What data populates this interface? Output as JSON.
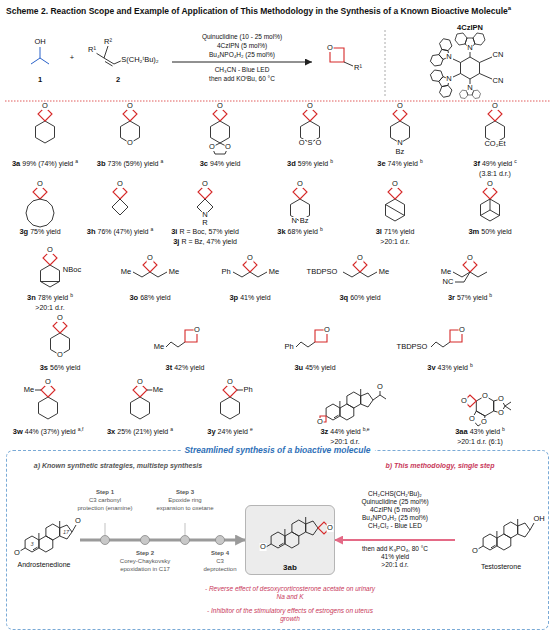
{
  "diagram": {
    "title": "Scheme 2. Reaction Scope and Example of Application of This Methodology in the Synthesis of a Known Bioactive Molecule",
    "nodes": [
      {
        "text": [
          "Streamlined synthesis of a bioactive molecule"
        ]
      },
      {
        "text": [
          "3ab"
        ],
        "in": 0
      },
      {
        "text": [
          "Androstenedione"
        ],
        "in": 0
      },
      {
        "text": [
          "Testosterone"
        ],
        "in": 0
      }
    ],
    "edges": [
      {
        "from": 2,
        "to": 1,
        "arrow": "to"
      },
      {
        "from": 3,
        "to": 1,
        "arrow": "to"
      }
    ],
    "labels": [
      "a",
      "OH",
      "1",
      "+",
      "R¹",
      "R²",
      "S(CH₂ᵗBu)₂",
      "2",
      "Quinuclidine (10 - 25 mol%)",
      "4CzIPN (5 mol%)",
      "Bu₄NPO₄H₂ (25 mol%)",
      "CH₃CN - Blue LED",
      "then add KOᵗBu, 60 °C",
      "O",
      "R¹",
      "4CzIPN",
      "CN",
      "CN",
      "N",
      "N",
      "N",
      "N",
      "O",
      "3a",
      "99% (74%) yield",
      "a",
      "O",
      "O",
      "3b",
      "73% (59%) yield",
      "a",
      "O",
      "O",
      "O",
      "3c",
      "94% yield",
      "O",
      "O",
      "S",
      "O",
      "3d",
      "59% yield",
      "b",
      "O",
      "N",
      "Bz",
      "3e",
      "74% yield",
      "b",
      "O",
      "CO₂Et",
      "3f",
      "49% yield",
      "c",
      "(3.8:1 d.r.)",
      "O",
      "3g",
      "75% yield",
      "O",
      "3h",
      "76% (47%) yield",
      "a",
      "O",
      "N",
      "R",
      "3i",
      "R = Boc, 57% yield",
      "3j",
      "R = Bz, 47% yield",
      "O",
      "N",
      "Bz",
      "3k",
      "68% yield",
      "b",
      "O",
      "3l",
      "71% yield",
      ">20:1 d.r.",
      "O",
      "3m",
      "50% yield",
      "O",
      "NBoc",
      "3n",
      "78% yield",
      "b",
      ">20:1 d.r.",
      "O",
      "Me",
      "Me",
      "3o",
      "68% yield",
      "O",
      "Ph",
      "Me",
      "3p",
      "41% yield",
      "O",
      "TBDPSO",
      "Me",
      "3q",
      "60% yield",
      "O",
      "Me",
      "NC",
      "3r",
      "57% yield",
      "b",
      "O",
      "O",
      "3s",
      "56% yield",
      "O",
      "Me",
      "3t",
      "42% yield",
      "O",
      "Ph",
      "3u",
      "45% yield",
      "O",
      "TBDPSO",
      "3v",
      "43% yield",
      "b",
      "O",
      "Me",
      "3w",
      "44% (37%) yield",
      "a,f",
      "O",
      "Me",
      "3x",
      "25% (21%) yield",
      "a",
      "O",
      "Ph",
      "3y",
      "24% yield",
      "e",
      "O",
      "O",
      "3z",
      "44% yield",
      "b,e",
      ">20:1 d.r.",
      "O",
      "O",
      "O",
      "O",
      "O",
      "O",
      "3aa",
      "43% yield",
      "b",
      ">20:1 d.r. (6:1)",
      "a) Known synthetic strategies, multistep synthesis",
      "b) This methodology, single step",
      "O",
      "O",
      "3",
      "17",
      "O",
      "O",
      "Step 1",
      "C3 carbonyl protection (enamine)",
      "Step 2",
      "Corey-Chaykovsky epoxidation in C17",
      "Step 3",
      "Epoxide ring expansion to oxetane",
      "Step 4",
      "C3 deprotection",
      "- Reverse effect of desoxycorticosterone acetate on urinary Na and K",
      "- Inhibitor of the stimulatory effects of estrogens on uterus growth",
      "CH₂CHS(CH₂ᵗBu)₂",
      "Quinuclidine (25 mol%)",
      "4CzIPN (5 mol%)",
      "Bu₄NPO₄H₂ (25 mol%)",
      "CH₂Cl₂ - Blue LED",
      "then add K₃PO₄, 80 °C",
      "41% yield",
      ">20:1 d.r.",
      "O",
      "OH"
    ]
  }
}
